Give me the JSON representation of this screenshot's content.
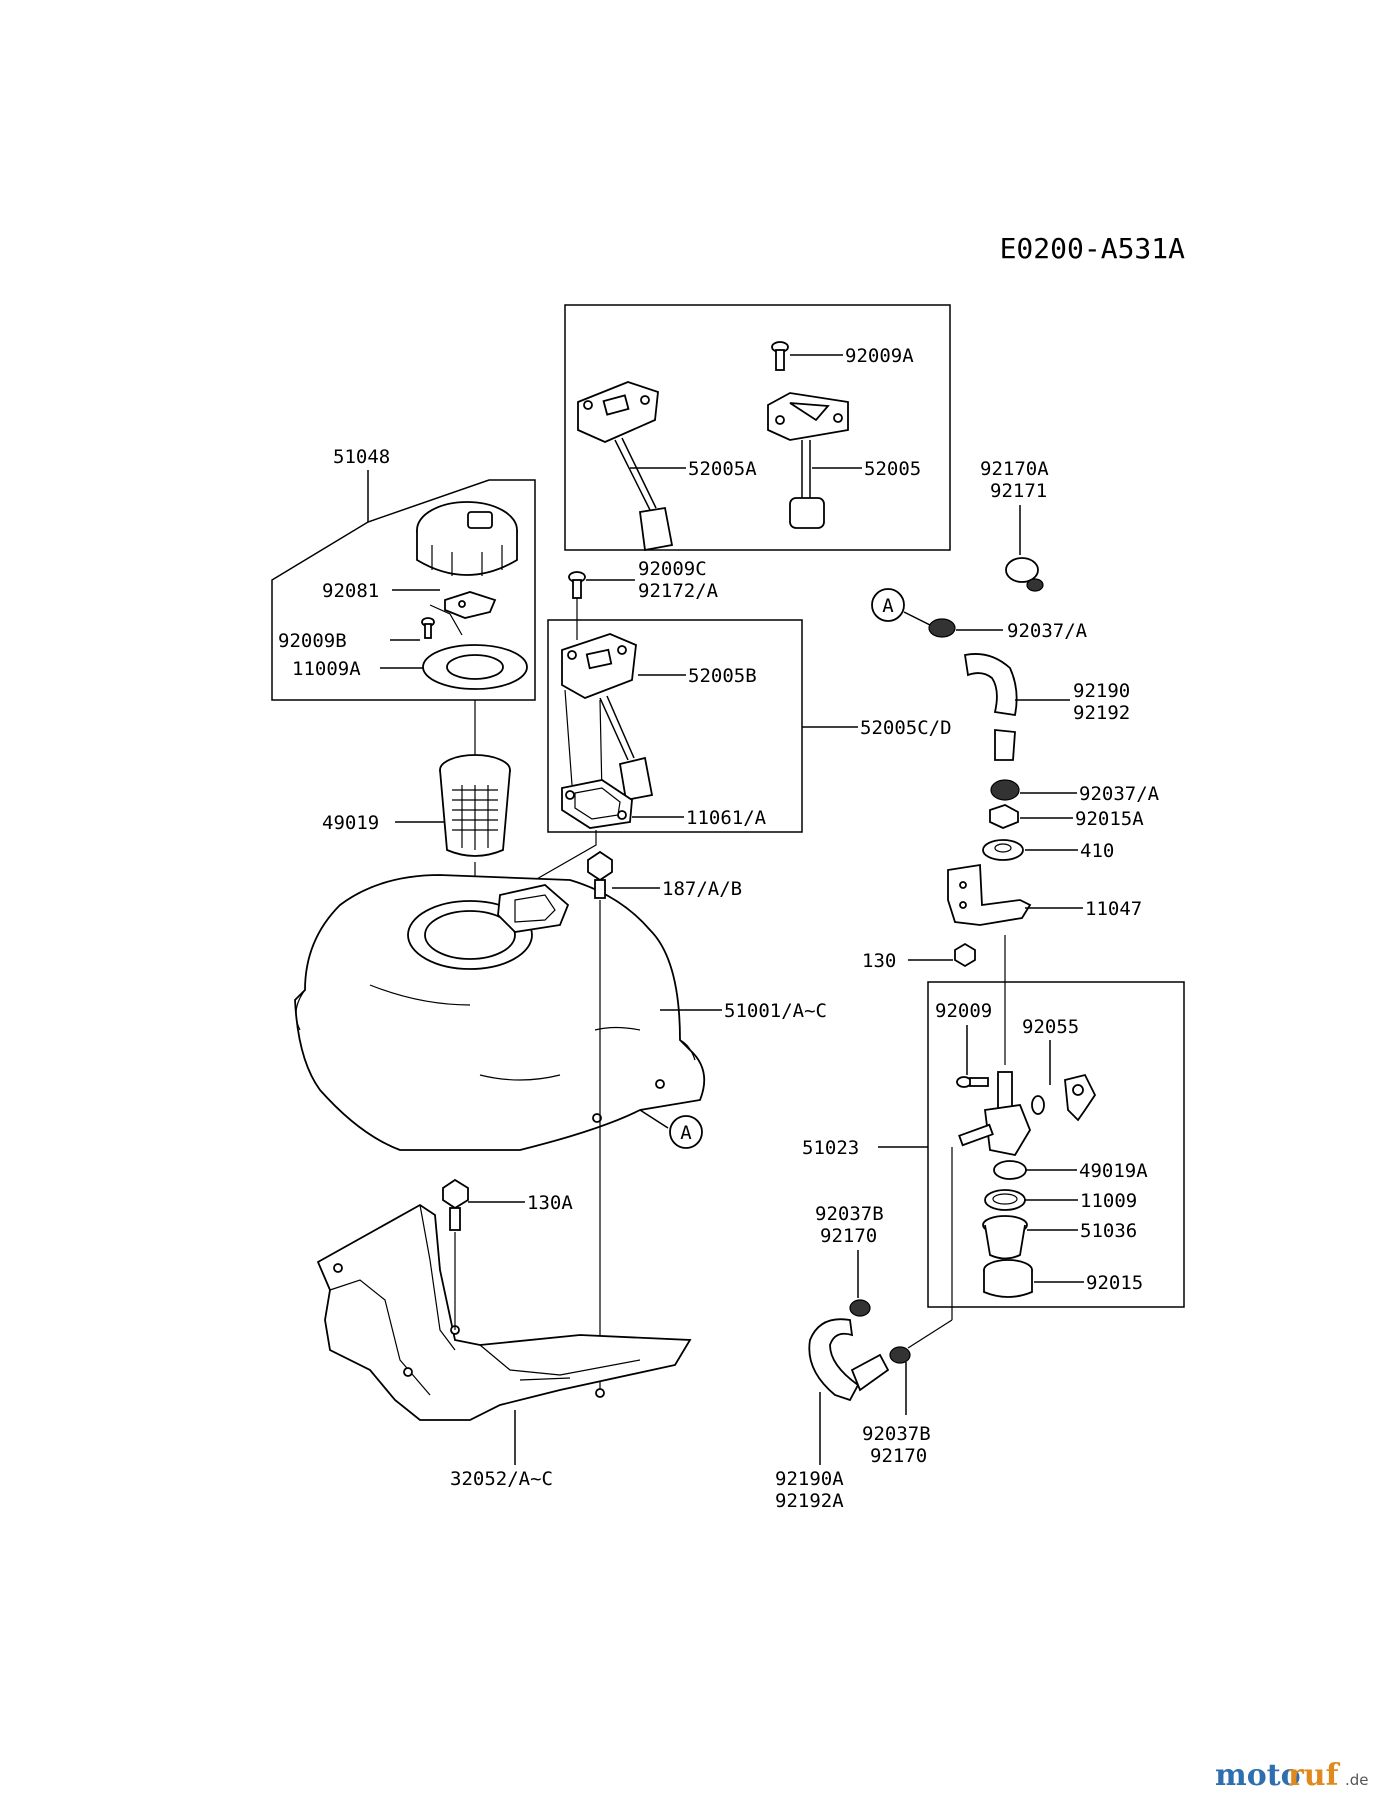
{
  "diagram_code": "E0200-A531A",
  "callout_letter": "A",
  "labels": {
    "l51048": "51048",
    "l92081": "92081",
    "l92009B": "92009B",
    "l11009A": "11009A",
    "l49019": "49019",
    "l92009A": "92009A",
    "l52005A": "52005A",
    "l52005": "52005",
    "l92009C": "92009C",
    "l92172A": "92172/A",
    "l52005B": "52005B",
    "l52005CD": "52005C/D",
    "l11061A": "11061/A",
    "l187AB": "187/A/B",
    "l51001": "51001/A~C",
    "l130A": "130A",
    "l32052": "32052/A~C",
    "l92170A": "92170A",
    "l92171": "92171",
    "l92037A_1": "92037/A",
    "l92190": "92190",
    "l92192": "92192",
    "l92037A_2": "92037/A",
    "l92015A": "92015A",
    "l410": "410",
    "l11047": "11047",
    "l130": "130",
    "l92009": "92009",
    "l92055": "92055",
    "l51023": "51023",
    "l49019A": "49019A",
    "l11009": "11009",
    "l51036": "51036",
    "l92015": "92015",
    "l92037B_1": "92037B",
    "l92170_1": "92170",
    "l92037B_2": "92037B",
    "l92170_2": "92170",
    "l92190A": "92190A",
    "l92192A": "92192A"
  },
  "watermark": {
    "part1": "moto",
    "part2": "ruf",
    "suffix": ".de"
  }
}
